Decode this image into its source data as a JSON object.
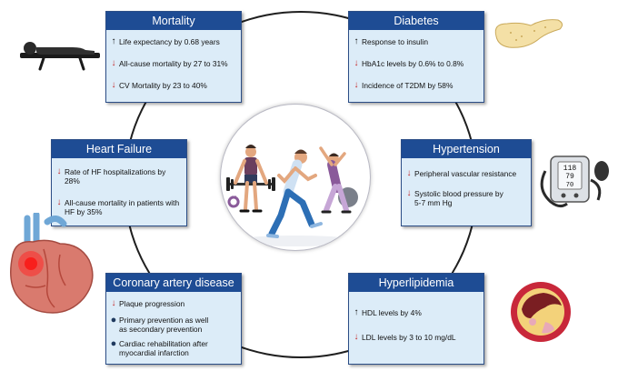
{
  "cards": {
    "mortality": {
      "title": "Mortality",
      "items": [
        {
          "marker": "up-arrow",
          "text": "Life expectancy by 0.68 years"
        },
        {
          "marker": "down-arrow",
          "text": "All-cause mortality by 27 to 31%"
        },
        {
          "marker": "down-arrow",
          "text": "CV Mortality by 23 to 40%"
        }
      ]
    },
    "diabetes": {
      "title": "Diabetes",
      "items": [
        {
          "marker": "up-arrow",
          "text": "Response to insulin"
        },
        {
          "marker": "down-arrow",
          "text": "HbA1c levels by 0.6% to 0.8%"
        },
        {
          "marker": "down-arrow",
          "text": "Incidence of T2DM by 58%"
        }
      ]
    },
    "heart_failure": {
      "title": "Heart Failure",
      "items": [
        {
          "marker": "down-arrow",
          "text": "Rate of HF hospitalizations by 28%"
        },
        {
          "marker": "down-arrow",
          "lines": [
            "All-cause mortality in patients with",
            "HF by 35%"
          ]
        }
      ]
    },
    "hypertension": {
      "title": "Hypertension",
      "items": [
        {
          "marker": "down-arrow",
          "text": "Peripheral vascular resistance"
        },
        {
          "marker": "down-arrow",
          "lines": [
            "Systolic blood pressure by",
            "5-7 mm Hg"
          ]
        }
      ]
    },
    "cad": {
      "title": "Coronary artery disease",
      "items": [
        {
          "marker": "down-arrow",
          "text": "Plaque progression"
        },
        {
          "marker": "bullet",
          "lines": [
            "Primary prevention as well",
            "as secondary prevention"
          ]
        },
        {
          "marker": "bullet",
          "lines": [
            "Cardiac rehabilitation after",
            "myocardial infarction"
          ]
        }
      ]
    },
    "hyperlipidemia": {
      "title": "Hyperlipidemia",
      "items": [
        {
          "marker": "up-arrow",
          "text": "HDL levels by 4%"
        },
        {
          "marker": "down-arrow",
          "text": "LDL levels by 3 to 10 mg/dL"
        }
      ]
    }
  },
  "monitor_display": [
    "118",
    "79",
    "70"
  ],
  "colors": {
    "title_bar": "#1e4c94",
    "card_body": "#dcecf8",
    "arrow_down": "#c62828",
    "arrow_up": "#111111",
    "ring": "#1f1f1f"
  },
  "icons": [
    "person-lying-icon",
    "pancreas-icon",
    "heart-icon",
    "blood-pressure-monitor-icon",
    "artery-plaque-icon",
    "exercise-people-icon"
  ]
}
